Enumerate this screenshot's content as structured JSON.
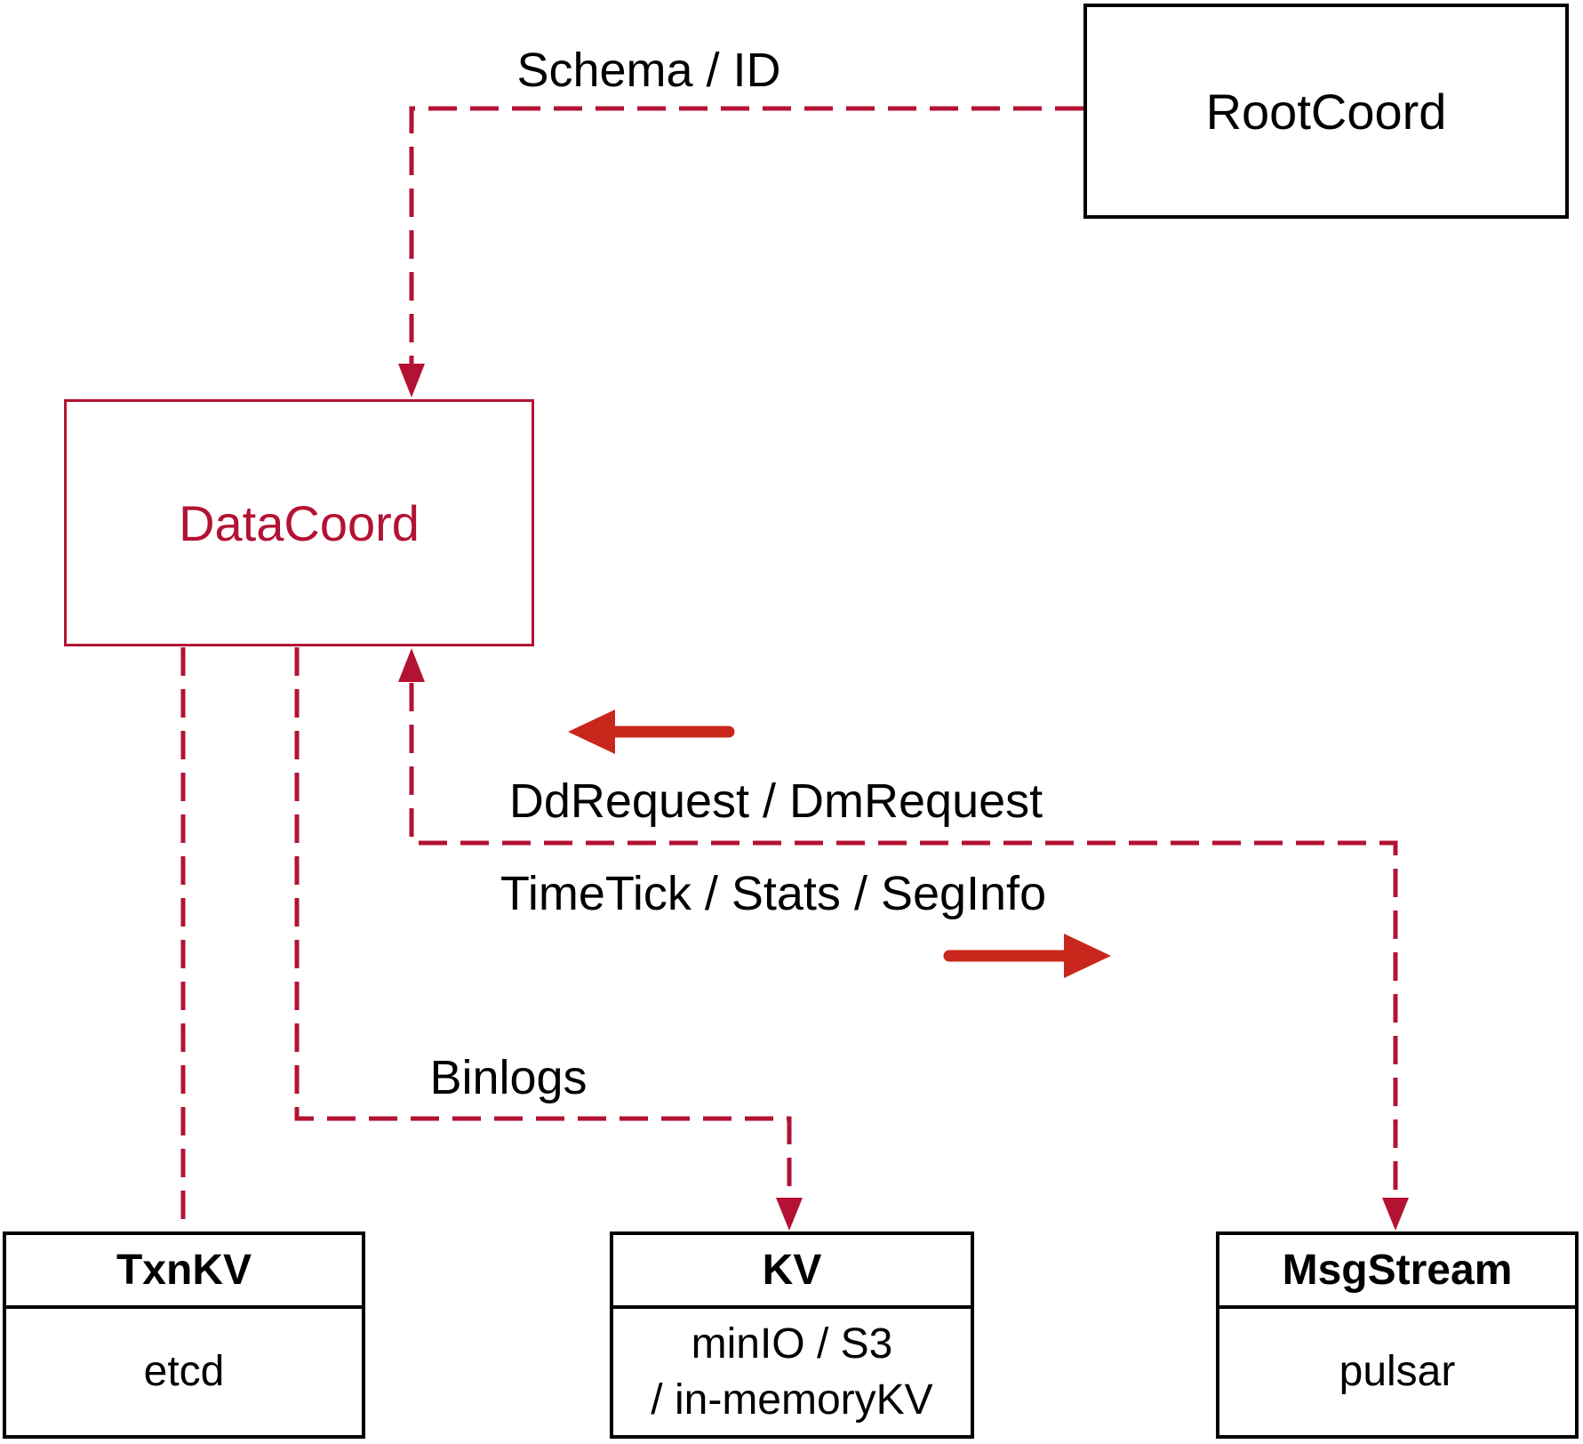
{
  "diagram": {
    "nodes": {
      "root_coord": {
        "title": "RootCoord"
      },
      "data_coord": {
        "title": "DataCoord"
      },
      "txn_kv": {
        "title": "TxnKV",
        "impl": "etcd"
      },
      "kv": {
        "title": "KV",
        "impl_line1": "minIO / S3",
        "impl_line2": "/ in-memoryKV"
      },
      "msg_stream": {
        "title": "MsgStream",
        "impl": "pulsar"
      }
    },
    "edge_labels": {
      "schema_id": "Schema / ID",
      "dd_dm_request": "DdRequest / DmRequest",
      "timetick_stats_seginfo": "TimeTick / Stats / SegInfo",
      "binlogs": "Binlogs"
    },
    "colors": {
      "dashed_line": "#b31233",
      "solid_arrow": "#c9271c",
      "box_border": "#000000",
      "data_coord_accent": "#b31233",
      "text": "#000000",
      "background": "#ffffff"
    }
  }
}
